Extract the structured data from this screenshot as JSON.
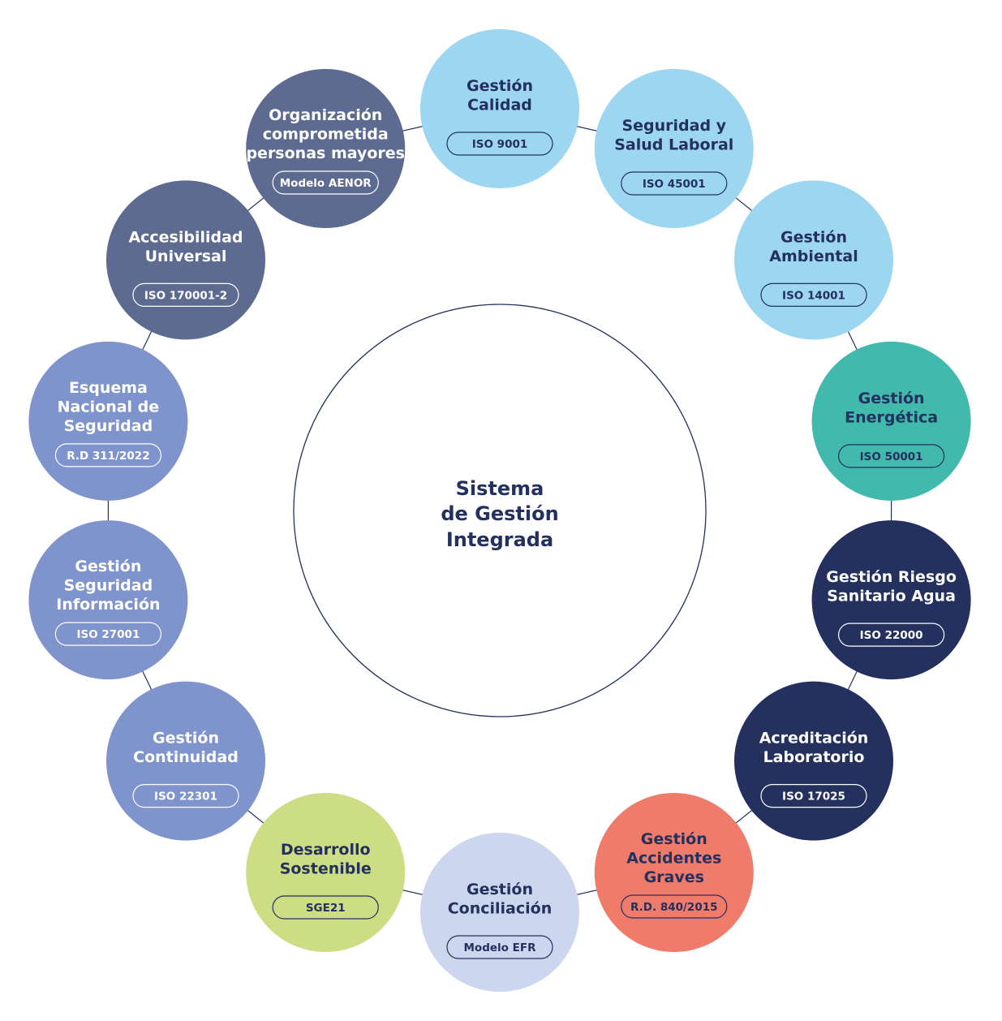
{
  "center": {
    "lines": [
      "Sistema",
      "de Gestión",
      "Integrada"
    ],
    "text_color": "#24305e",
    "ring_color": "#24305e"
  },
  "connector_color": "#24305e",
  "nodes": [
    {
      "id": "gestion-calidad",
      "title": [
        "Gestión",
        "Calidad"
      ],
      "badge": "ISO 9001",
      "fill": "#9dd6f0",
      "text": "#24305e"
    },
    {
      "id": "seguridad-salud-laboral",
      "title": [
        "Seguridad y",
        "Salud Laboral"
      ],
      "badge": "ISO 45001",
      "fill": "#9dd6f0",
      "text": "#24305e"
    },
    {
      "id": "gestion-ambiental",
      "title": [
        "Gestión",
        "Ambiental"
      ],
      "badge": "ISO 14001",
      "fill": "#9dd6f0",
      "text": "#24305e"
    },
    {
      "id": "gestion-energetica",
      "title": [
        "Gestión",
        "Energética"
      ],
      "badge": "ISO 50001",
      "fill": "#41b9ac",
      "text": "#24305e"
    },
    {
      "id": "gestion-riesgo-sanitario-agua",
      "title": [
        "Gestión Riesgo",
        "Sanitario Agua"
      ],
      "badge": "ISO 22000",
      "fill": "#24305e",
      "text": "#ffffff"
    },
    {
      "id": "acreditacion-laboratorio",
      "title": [
        "Acreditación",
        "Laboratorio"
      ],
      "badge": "ISO 17025",
      "fill": "#24305e",
      "text": "#ffffff"
    },
    {
      "id": "gestion-accidentes-graves",
      "title": [
        "Gestión",
        "Accidentes",
        "Graves"
      ],
      "badge": "R.D. 840/2015",
      "fill": "#ef7b6a",
      "text": "#24305e"
    },
    {
      "id": "gestion-conciliacion",
      "title": [
        "Gestión",
        "Conciliación"
      ],
      "badge": "Modelo EFR",
      "fill": "#ccd6ee",
      "text": "#24305e"
    },
    {
      "id": "desarrollo-sostenible",
      "title": [
        "Desarrollo",
        "Sostenible"
      ],
      "badge": "SGE21",
      "fill": "#cddd83",
      "text": "#24305e"
    },
    {
      "id": "gestion-continuidad",
      "title": [
        "Gestión",
        "Continuidad"
      ],
      "badge": "ISO 22301",
      "fill": "#7f94cc",
      "text": "#ffffff"
    },
    {
      "id": "gestion-seguridad-informacion",
      "title": [
        "Gestión",
        "Seguridad",
        "Información"
      ],
      "badge": "ISO 27001",
      "fill": "#7f94cc",
      "text": "#ffffff"
    },
    {
      "id": "esquema-nacional-seguridad",
      "title": [
        "Esquema",
        "Nacional de",
        "Seguridad"
      ],
      "badge": "R.D 311/2022",
      "fill": "#7f94cc",
      "text": "#ffffff"
    },
    {
      "id": "accesibilidad-universal",
      "title": [
        "Accesibilidad",
        "Universal"
      ],
      "badge": "ISO 170001-2",
      "fill": "#5e6b90",
      "text": "#ffffff"
    },
    {
      "id": "organizacion-personas-mayores",
      "title": [
        "Organización",
        "comprometida",
        "personas mayores"
      ],
      "badge": "Modelo AENOR",
      "fill": "#5e6b90",
      "text": "#ffffff"
    }
  ]
}
